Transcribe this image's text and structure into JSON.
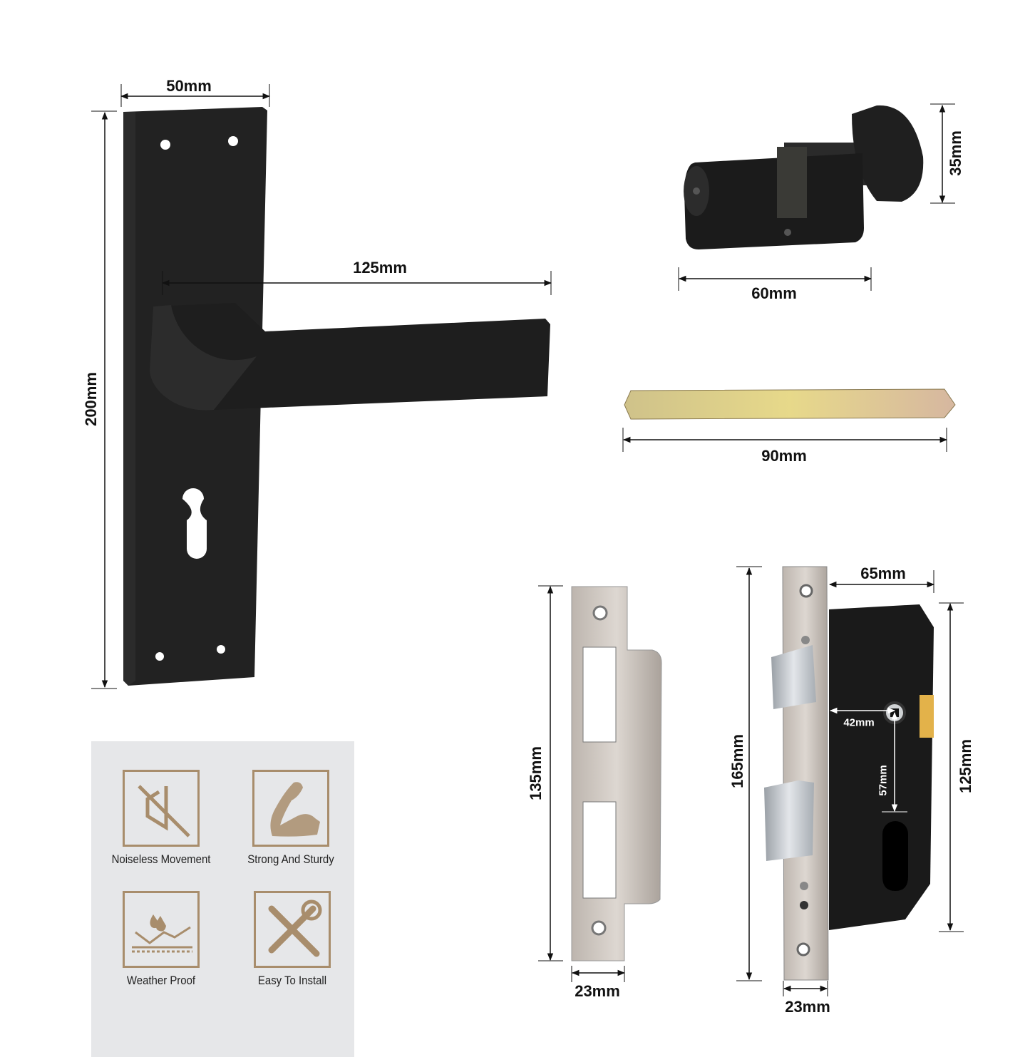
{
  "dimensions": {
    "handle_plate_width": "50mm",
    "handle_plate_height": "200mm",
    "lever_length": "125mm",
    "cylinder_height": "35mm",
    "cylinder_length": "60mm",
    "spindle_length": "90mm",
    "strike_plate_height": "135mm",
    "strike_plate_width": "23mm",
    "forend_height": "165mm",
    "lock_body_depth": "65mm",
    "lock_body_height": "125mm",
    "backset": "42mm",
    "centre_distance": "57mm",
    "forend_width": "23mm"
  },
  "features": [
    {
      "label": "Noiseless Movement",
      "icon": "mute-speaker-icon"
    },
    {
      "label": "Strong And Sturdy",
      "icon": "flexed-arm-icon"
    },
    {
      "label": "Weather Proof",
      "icon": "water-drops-icon"
    },
    {
      "label": "Easy To Install",
      "icon": "tools-icon"
    }
  ],
  "colors": {
    "accent": "#a88d6c",
    "panel": "#e6e7e9",
    "product": "#1e1e1e",
    "steel": "#c9c2bb"
  }
}
